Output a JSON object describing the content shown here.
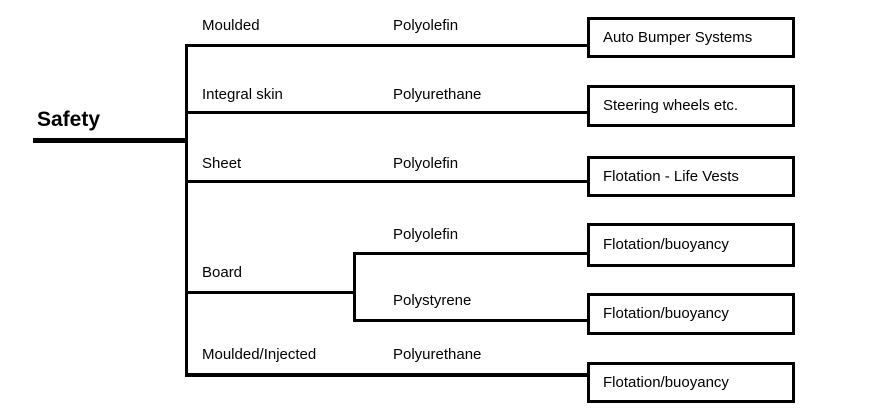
{
  "diagram": {
    "root_label": "Safety",
    "branches": [
      {
        "process": "Moulded",
        "materials": [
          {
            "name": "Polyolefin",
            "application": "Auto Bumper Systems"
          }
        ]
      },
      {
        "process": "Integral skin",
        "materials": [
          {
            "name": "Polyurethane",
            "application": "Steering wheels etc."
          }
        ]
      },
      {
        "process": "Sheet",
        "materials": [
          {
            "name": "Polyolefin",
            "application": "Flotation - Life Vests"
          }
        ]
      },
      {
        "process": "Board",
        "materials": [
          {
            "name": "Polyolefin",
            "application": "Flotation/buoyancy"
          },
          {
            "name": "Polystyrene",
            "application": "Flotation/buoyancy"
          }
        ]
      },
      {
        "process": "Moulded/Injected",
        "materials": [
          {
            "name": "Polyurethane",
            "application": "Flotation/buoyancy"
          }
        ]
      }
    ],
    "colors": {
      "line": "#000000",
      "text": "#000000",
      "background": "#ffffff"
    }
  }
}
